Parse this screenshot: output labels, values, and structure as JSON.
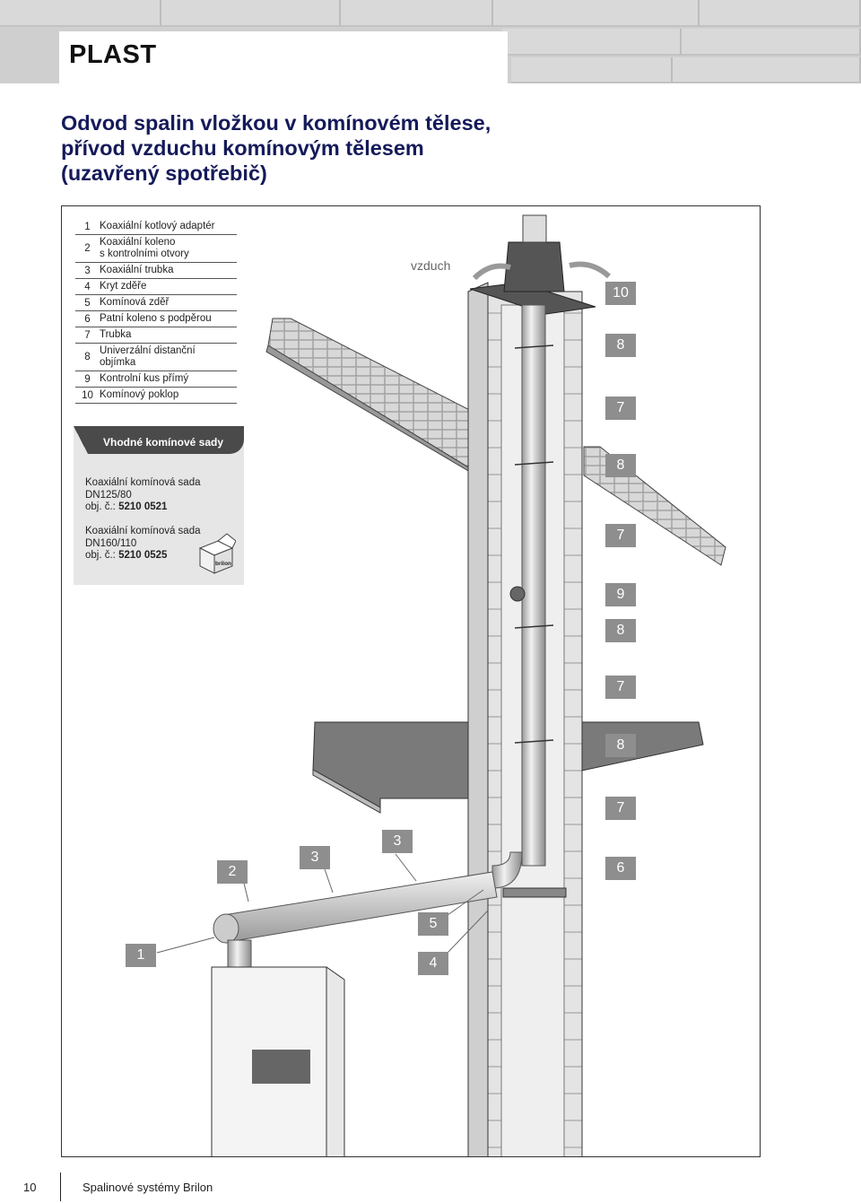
{
  "header": {
    "section_title": "PLAST"
  },
  "heading": {
    "line1": "Odvod spalin vložkou v komínovém tělese,",
    "line2": "přívod vzduchu komínovým tělesem",
    "line3": "(uzavřený spotřebič)"
  },
  "parts": [
    {
      "num": "1",
      "label": "Koaxiální kotlový adaptér"
    },
    {
      "num": "2",
      "label": "Koaxiální koleno\ns kontrolními otvory"
    },
    {
      "num": "3",
      "label": "Koaxiální trubka"
    },
    {
      "num": "4",
      "label": "Kryt zděře"
    },
    {
      "num": "5",
      "label": "Komínová zděř"
    },
    {
      "num": "6",
      "label": "Patní koleno s podpěrou"
    },
    {
      "num": "7",
      "label": "Trubka"
    },
    {
      "num": "8",
      "label": "Univerzální distanční\nobjímka"
    },
    {
      "num": "9",
      "label": "Kontrolní kus přímý"
    },
    {
      "num": "10",
      "label": "Komínový poklop"
    }
  ],
  "kits": {
    "title": "Vhodné komínové sady",
    "items": [
      {
        "name": "Koaxiální komínová sada",
        "size": "DN125/80",
        "order_prefix": "obj. č.:",
        "order_no": "5210 0521"
      },
      {
        "name": "Koaxiální komínová sada",
        "size": "DN160/110",
        "order_prefix": "obj. č.:",
        "order_no": "5210 0525"
      }
    ],
    "box_logo": "brilon"
  },
  "figure": {
    "air_label": "vzduch",
    "callouts": [
      "10",
      "8",
      "7",
      "8",
      "7",
      "9",
      "8",
      "7",
      "8",
      "7",
      "6",
      "3",
      "3",
      "2",
      "5",
      "1",
      "4"
    ]
  },
  "footer": {
    "page_number": "10",
    "text": "Spalinové systémy Brilon"
  },
  "colors": {
    "heading": "#151a5a",
    "callout_bg": "#8e8e8e",
    "kits_bg": "#e6e6e6",
    "kits_title_bg": "#4a4a4a"
  }
}
